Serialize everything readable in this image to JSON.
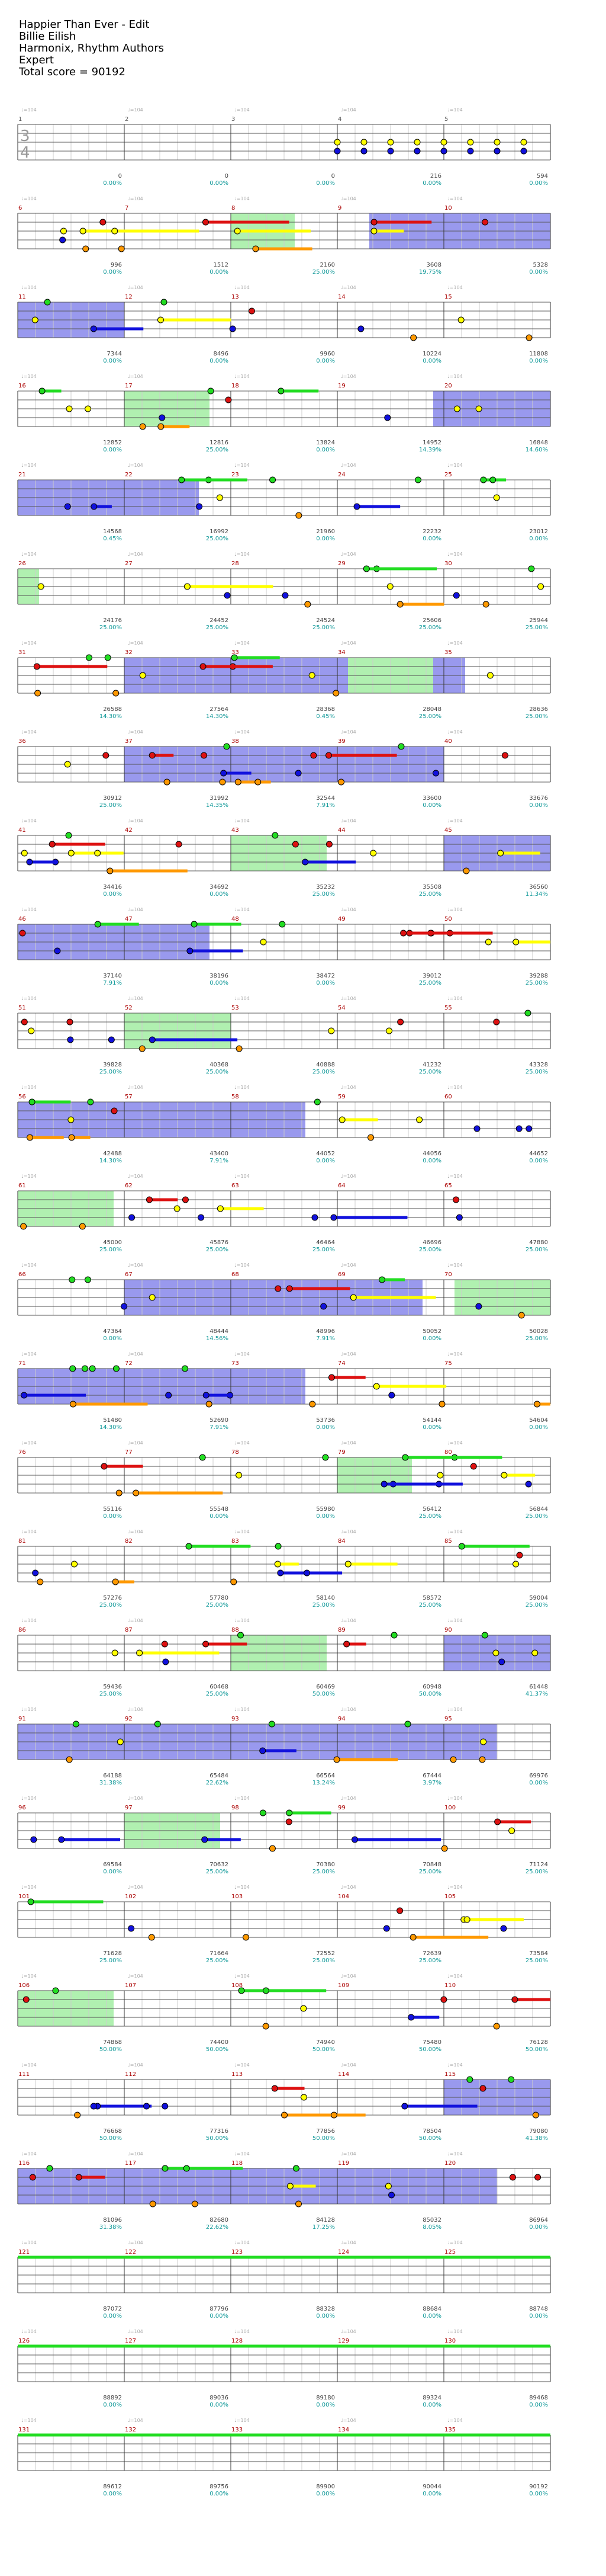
{
  "header": {
    "title": "Happier Than Ever - Edit",
    "artist": "Billie Eilish",
    "charter": "Harmonix, Rhythm Authors",
    "difficulty": "Expert",
    "total_score": "Total score = 90192"
  },
  "time_signature": {
    "top": "3",
    "bottom": "4"
  },
  "colors": {
    "green": "#22dd22",
    "red": "#dd1111",
    "yellow": "#ffff00",
    "blue": "#1111dd",
    "orange": "#ff9900",
    "staff": "#555555",
    "grid": "#cccccc",
    "sp_fill": "#b0f0b0",
    "solo_fill": "#9999ee",
    "bar_number": "#aa0000",
    "score_text": "#444444",
    "pct_text": "#119999",
    "tempo_text": "#aaaaaa"
  },
  "chart_data": {
    "type": "table",
    "rows": [
      {
        "measures": [
          1,
          2,
          3,
          4,
          5
        ],
        "scores": [
          "0",
          "0",
          "0",
          "216",
          "594"
        ],
        "pcts": [
          "0.00%",
          "0.00%",
          "0.00%",
          "0.00%",
          "0.00%"
        ],
        "tempo": "♩=104"
      },
      {
        "measures": [
          6,
          7,
          8,
          9,
          10
        ],
        "scores": [
          "996",
          "1512",
          "2160",
          "3608",
          "5328"
        ],
        "pcts": [
          "0.00%",
          "0.00%",
          "25.00%",
          "19.75%",
          "0.00%"
        ],
        "tempo": "♩=104"
      },
      {
        "measures": [
          11,
          12,
          13,
          14,
          15
        ],
        "scores": [
          "7344",
          "8496",
          "9960",
          "10224",
          "11808"
        ],
        "pcts": [
          "0.00%",
          "0.00%",
          "0.00%",
          "0.00%",
          "0.00%"
        ],
        "tempo": "♩=104"
      },
      {
        "measures": [
          16,
          17,
          18,
          19,
          20
        ],
        "scores": [
          "12852",
          "12816",
          "13824",
          "14952",
          "16848"
        ],
        "pcts": [
          "0.00%",
          "25.00%",
          "0.00%",
          "14.39%",
          "14.60%"
        ],
        "tempo": "♩=104"
      },
      {
        "measures": [
          21,
          22,
          23,
          24,
          25
        ],
        "scores": [
          "14568",
          "16992",
          "21960",
          "22232",
          "23012"
        ],
        "pcts": [
          "0.45%",
          "25.00%",
          "0.00%",
          "0.00%",
          "0.00%"
        ],
        "tempo": "♩=104"
      },
      {
        "measures": [
          26,
          27,
          28,
          29,
          30
        ],
        "scores": [
          "24176",
          "24452",
          "24524",
          "25606",
          "25944"
        ],
        "pcts": [
          "25.00%",
          "25.00%",
          "25.00%",
          "25.00%",
          "25.00%"
        ],
        "tempo": "♩=104"
      },
      {
        "measures": [
          31,
          32,
          33,
          34,
          35
        ],
        "scores": [
          "26588",
          "27564",
          "28368",
          "28048",
          "28636"
        ],
        "pcts": [
          "14.30%",
          "14.30%",
          "0.45%",
          "25.00%",
          "25.00%"
        ],
        "tempo": "♩=104"
      },
      {
        "measures": [
          36,
          37,
          38,
          39,
          40
        ],
        "scores": [
          "30912",
          "31992",
          "32544",
          "33600",
          "33676"
        ],
        "pcts": [
          "25.00%",
          "14.35%",
          "7.91%",
          "0.00%",
          "0.00%"
        ],
        "tempo": "♩=104"
      },
      {
        "measures": [
          41,
          42,
          43,
          44,
          45
        ],
        "scores": [
          "34416",
          "34692",
          "35232",
          "35508",
          "36560"
        ],
        "pcts": [
          "0.00%",
          "0.00%",
          "25.00%",
          "25.00%",
          "11.34%"
        ],
        "tempo": "♩=104"
      },
      {
        "measures": [
          46,
          47,
          48,
          49,
          50
        ],
        "scores": [
          "37140",
          "38196",
          "38472",
          "39012",
          "39288"
        ],
        "pcts": [
          "7.91%",
          "0.00%",
          "0.00%",
          "25.00%",
          "25.00%"
        ],
        "tempo": "♩=104"
      },
      {
        "measures": [
          51,
          52,
          53,
          54,
          55
        ],
        "scores": [
          "39828",
          "40368",
          "40888",
          "41232",
          "43328"
        ],
        "pcts": [
          "25.00%",
          "25.00%",
          "25.00%",
          "25.00%",
          "25.00%"
        ],
        "tempo": "♩=104"
      },
      {
        "measures": [
          56,
          57,
          58,
          59,
          60
        ],
        "scores": [
          "42488",
          "43400",
          "44052",
          "44056",
          "44652"
        ],
        "pcts": [
          "14.30%",
          "7.91%",
          "0.00%",
          "0.00%",
          "0.00%"
        ],
        "tempo": "♩=104"
      },
      {
        "measures": [
          61,
          62,
          63,
          64,
          65
        ],
        "scores": [
          "45000",
          "45876",
          "46464",
          "46696",
          "47880"
        ],
        "pcts": [
          "25.00%",
          "25.00%",
          "25.00%",
          "25.00%",
          "25.00%"
        ],
        "tempo": "♩=104"
      },
      {
        "measures": [
          66,
          67,
          68,
          69,
          70
        ],
        "scores": [
          "47364",
          "48444",
          "48996",
          "50052",
          "50028"
        ],
        "pcts": [
          "0.00%",
          "14.56%",
          "7.91%",
          "0.00%",
          "25.00%"
        ],
        "tempo": "♩=104"
      },
      {
        "measures": [
          71,
          72,
          73,
          74,
          75
        ],
        "scores": [
          "51480",
          "52690",
          "53736",
          "54144",
          "54604"
        ],
        "pcts": [
          "14.30%",
          "7.91%",
          "0.00%",
          "0.00%",
          "0.00%"
        ],
        "tempo": "♩=104"
      },
      {
        "measures": [
          76,
          77,
          78,
          79,
          80
        ],
        "scores": [
          "55116",
          "55548",
          "55980",
          "56412",
          "56844"
        ],
        "pcts": [
          "0.00%",
          "0.00%",
          "0.00%",
          "25.00%",
          "25.00%"
        ],
        "tempo": "♩=104"
      },
      {
        "measures": [
          81,
          82,
          83,
          84,
          85
        ],
        "scores": [
          "57276",
          "57780",
          "58140",
          "58572",
          "59004"
        ],
        "pcts": [
          "25.00%",
          "25.00%",
          "25.00%",
          "25.00%",
          "25.00%"
        ],
        "tempo": "♩=104"
      },
      {
        "measures": [
          86,
          87,
          88,
          89,
          90
        ],
        "scores": [
          "59436",
          "60468",
          "60469",
          "60948",
          "61448"
        ],
        "pcts": [
          "25.00%",
          "25.00%",
          "50.00%",
          "50.00%",
          "41.37%"
        ],
        "tempo": "♩=104"
      },
      {
        "measures": [
          91,
          92,
          93,
          94,
          95
        ],
        "scores": [
          "64188",
          "65484",
          "66564",
          "67444",
          "69976"
        ],
        "pcts": [
          "31.38%",
          "22.62%",
          "13.24%",
          "3.97%",
          "0.00%"
        ],
        "tempo": "♩=104"
      },
      {
        "measures": [
          96,
          97,
          98,
          99,
          100
        ],
        "scores": [
          "69584",
          "70632",
          "70380",
          "70848",
          "71124"
        ],
        "pcts": [
          "0.00%",
          "25.00%",
          "25.00%",
          "25.00%",
          "25.00%"
        ],
        "tempo": "♩=104"
      },
      {
        "measures": [
          101,
          102,
          103,
          104,
          105
        ],
        "scores": [
          "71628",
          "71664",
          "72552",
          "72639",
          "73584"
        ],
        "pcts": [
          "25.00%",
          "25.00%",
          "25.00%",
          "25.00%",
          "25.00%"
        ],
        "tempo": "♩=104"
      },
      {
        "measures": [
          106,
          107,
          108,
          109,
          110
        ],
        "scores": [
          "74868",
          "74400",
          "74940",
          "75480",
          "76128"
        ],
        "pcts": [
          "50.00%",
          "50.00%",
          "50.00%",
          "50.00%",
          "50.00%"
        ],
        "tempo": "♩=104"
      },
      {
        "measures": [
          111,
          112,
          113,
          114,
          115
        ],
        "scores": [
          "76668",
          "77316",
          "77856",
          "78504",
          "79080"
        ],
        "pcts": [
          "50.00%",
          "50.00%",
          "50.00%",
          "50.00%",
          "41.38%"
        ],
        "tempo": "♩=104"
      },
      {
        "measures": [
          116,
          117,
          118,
          119,
          120
        ],
        "scores": [
          "81096",
          "82680",
          "84128",
          "85032",
          "86964"
        ],
        "pcts": [
          "31.38%",
          "22.62%",
          "17.25%",
          "8.05%",
          "0.00%"
        ],
        "tempo": "♩=104"
      },
      {
        "measures": [
          121,
          122,
          123,
          124,
          125
        ],
        "scores": [
          "87072",
          "87796",
          "88328",
          "88684",
          "88748"
        ],
        "pcts": [
          "0.00%",
          "0.00%",
          "0.00%",
          "0.00%",
          "0.00%"
        ],
        "tempo": "♩=104"
      },
      {
        "measures": [
          126,
          127,
          128,
          129,
          130
        ],
        "scores": [
          "88892",
          "89036",
          "89180",
          "89324",
          "89468"
        ],
        "pcts": [
          "0.00%",
          "0.00%",
          "0.00%",
          "0.00%",
          "0.00%"
        ],
        "tempo": "♩=104"
      },
      {
        "measures": [
          131,
          132,
          133,
          134,
          135
        ],
        "scores": [
          "89612",
          "89756",
          "89900",
          "90044",
          "90192"
        ],
        "pcts": [
          "0.00%",
          "0.00%",
          "0.00%",
          "0.00%",
          "0.00%"
        ],
        "tempo": "♩=104"
      }
    ]
  }
}
